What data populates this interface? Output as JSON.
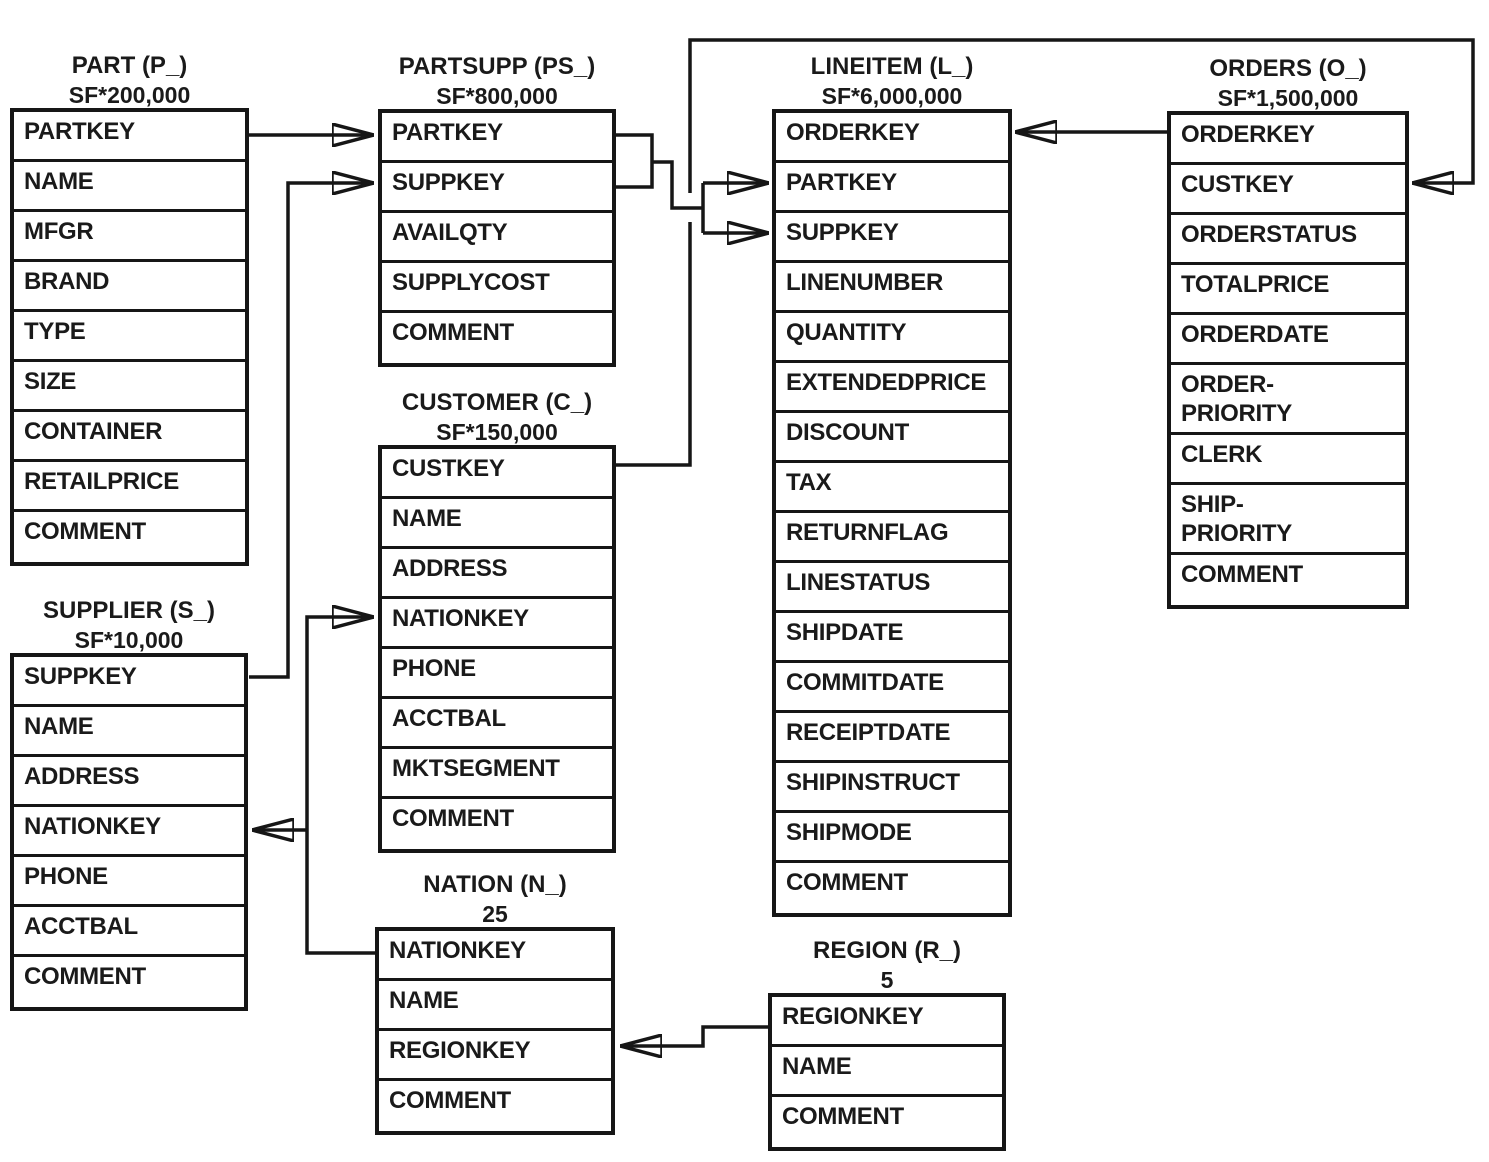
{
  "colors": {
    "line": "#161616",
    "bg": "#ffffff",
    "text": "#1a1a1a"
  },
  "tables": {
    "part": {
      "title": "PART (P_)",
      "cardinality": "SF*200,000",
      "fields": [
        "PARTKEY",
        "NAME",
        "MFGR",
        "BRAND",
        "TYPE",
        "SIZE",
        "CONTAINER",
        "RETAILPRICE",
        "COMMENT"
      ]
    },
    "partsupp": {
      "title": "PARTSUPP (PS_)",
      "cardinality": "SF*800,000",
      "fields": [
        "PARTKEY",
        "SUPPKEY",
        "AVAILQTY",
        "SUPPLYCOST",
        "COMMENT"
      ]
    },
    "lineitem": {
      "title": "LINEITEM (L_)",
      "cardinality": "SF*6,000,000",
      "fields": [
        "ORDERKEY",
        "PARTKEY",
        "SUPPKEY",
        "LINENUMBER",
        "QUANTITY",
        "EXTENDEDPRICE",
        "DISCOUNT",
        "TAX",
        "RETURNFLAG",
        "LINESTATUS",
        "SHIPDATE",
        "COMMITDATE",
        "RECEIPTDATE",
        "SHIPINSTRUCT",
        "SHIPMODE",
        "COMMENT"
      ]
    },
    "orders": {
      "title": "ORDERS (O_)",
      "cardinality": "SF*1,500,000",
      "fields": [
        "ORDERKEY",
        "CUSTKEY",
        "ORDERSTATUS",
        "TOTALPRICE",
        "ORDERDATE",
        "ORDER-\nPRIORITY",
        "CLERK",
        "SHIP-\nPRIORITY",
        "COMMENT"
      ]
    },
    "customer": {
      "title": "CUSTOMER (C_)",
      "cardinality": "SF*150,000",
      "fields": [
        "CUSTKEY",
        "NAME",
        "ADDRESS",
        "NATIONKEY",
        "PHONE",
        "ACCTBAL",
        "MKTSEGMENT",
        "COMMENT"
      ]
    },
    "supplier": {
      "title": "SUPPLIER (S_)",
      "cardinality": "SF*10,000",
      "fields": [
        "SUPPKEY",
        "NAME",
        "ADDRESS",
        "NATIONKEY",
        "PHONE",
        "ACCTBAL",
        "COMMENT"
      ]
    },
    "nation": {
      "title": "NATION (N_)",
      "cardinality": "25",
      "fields": [
        "NATIONKEY",
        "NAME",
        "REGIONKEY",
        "COMMENT"
      ]
    },
    "region": {
      "title": "REGION (R_)",
      "cardinality": "5",
      "fields": [
        "REGIONKEY",
        "NAME",
        "COMMENT"
      ]
    }
  },
  "relationships": [
    {
      "from": "PART.PARTKEY",
      "to": "PARTSUPP.PARTKEY"
    },
    {
      "from": "SUPPLIER.SUPPKEY",
      "to": "PARTSUPP.SUPPKEY"
    },
    {
      "from": "PARTSUPP.PARTKEY",
      "to": "LINEITEM.PARTKEY"
    },
    {
      "from": "PARTSUPP.SUPPKEY",
      "to": "LINEITEM.SUPPKEY"
    },
    {
      "from": "ORDERS.ORDERKEY",
      "to": "LINEITEM.ORDERKEY"
    },
    {
      "from": "CUSTOMER.CUSTKEY",
      "to": "ORDERS.CUSTKEY"
    },
    {
      "from": "NATION.NATIONKEY",
      "to": "CUSTOMER.NATIONKEY"
    },
    {
      "from": "NATION.NATIONKEY",
      "to": "SUPPLIER.NATIONKEY"
    },
    {
      "from": "REGION.REGIONKEY",
      "to": "NATION.REGIONKEY"
    }
  ]
}
